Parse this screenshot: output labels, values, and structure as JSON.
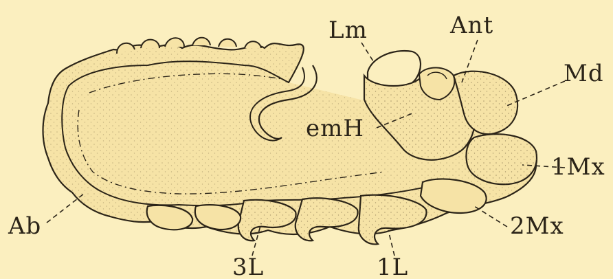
{
  "labels": {
    "lm": "Lm",
    "ant": "Ant",
    "md": "Md",
    "emh": "emH",
    "mx1": "1Mx",
    "ab": "Ab",
    "mx2": "2Mx",
    "l3": "3L",
    "l1": "1L"
  },
  "colors": {
    "background": "#fbefbf",
    "ink": "#2b2418",
    "tissue": "#f6e3a6"
  }
}
